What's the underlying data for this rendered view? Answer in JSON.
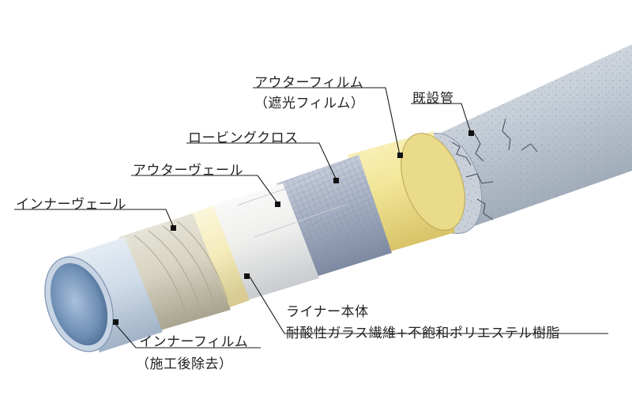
{
  "labels": {
    "outer_film": "アウターフィルム",
    "outer_film_note": "（遮光フィルム）",
    "existing_pipe": "既設管",
    "roving_cloth": "ロービングクロス",
    "outer_veil": "アウターヴェール",
    "inner_veil": "インナーヴェール",
    "liner_body": "ライナー本体",
    "liner_material": "耐酸性ガラス繊維+不飽和ポリエステル樹脂",
    "inner_film": "インナーフィルム",
    "inner_film_note": "（施工後除去）"
  },
  "colors": {
    "existing_pipe": "#c3cbd6",
    "outer_film": "#f2e49a",
    "roving_cloth": "#9aa7bc",
    "outer_veil": "#f1f1ef",
    "inner_veil_pale": "#f7efbe",
    "inner_veil": "#dcd8c7",
    "inner_film": "#d9e4ef",
    "inner_film_inside": "#6f8fb5",
    "leader": "#1a1a1a"
  }
}
